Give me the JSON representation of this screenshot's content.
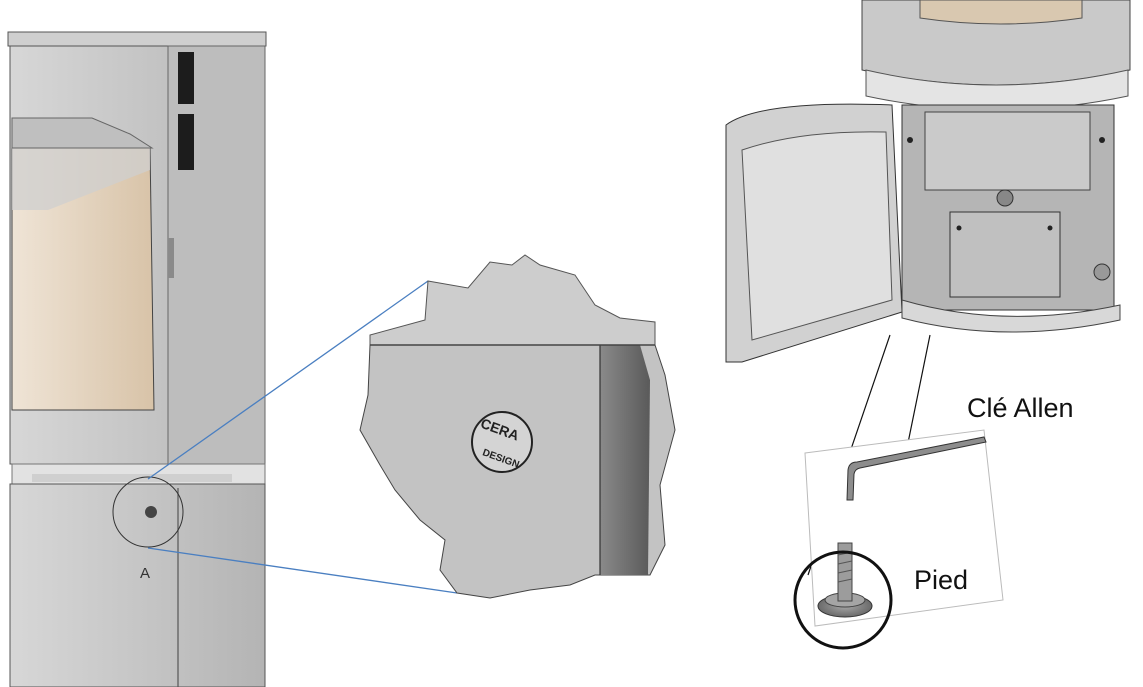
{
  "labels": {
    "detail_marker": "A",
    "allen_key": "Clé Allen",
    "foot": "Pied",
    "logo_top": "CERA",
    "logo_bottom": "DESIGN"
  },
  "colors": {
    "callout_line": "#4a7fc1",
    "stove_body": "#c9c9c9",
    "stove_dark": "#7a7a7a",
    "glass": "#dcc9b2",
    "outline": "#333333"
  }
}
